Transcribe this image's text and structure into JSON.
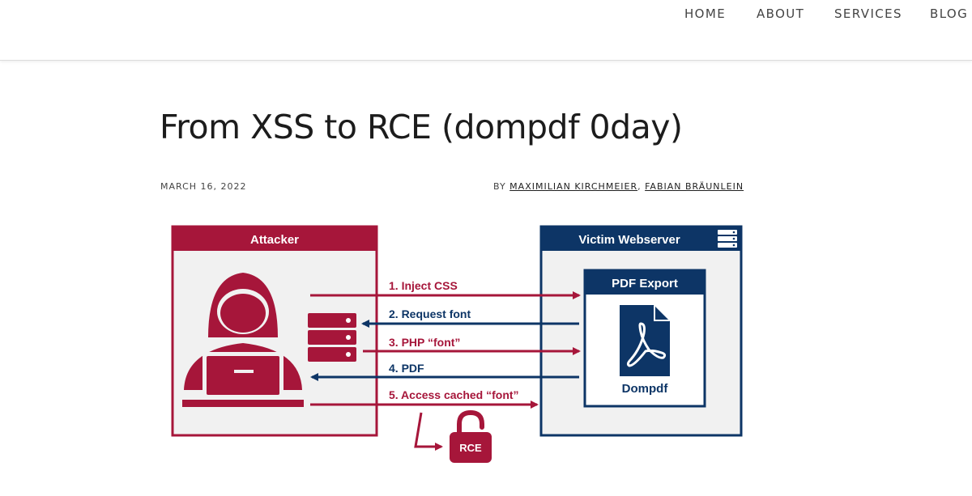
{
  "nav": {
    "items": [
      {
        "label": "HOME"
      },
      {
        "label": "ABOUT"
      },
      {
        "label": "SERVICES"
      },
      {
        "label": "BLOG"
      }
    ]
  },
  "article": {
    "title": "From XSS to RCE (dompdf 0day)",
    "date": "MARCH 16, 2022",
    "by_label": "BY",
    "authors": [
      "MAXIMILIAN KIRCHMEIER",
      "FABIAN BRÄUNLEIN"
    ],
    "author_separator": ","
  },
  "diagram": {
    "attacker_label": "Attacker",
    "victim_label": "Victim Webserver",
    "pdf_export_label": "PDF Export",
    "dompdf_label": "Dompdf",
    "rce_label": "RCE",
    "steps": [
      {
        "label": "1. Inject CSS"
      },
      {
        "label": "2. Request font"
      },
      {
        "label": "3. PHP “font”"
      },
      {
        "label": "4. PDF"
      },
      {
        "label": "5. Access cached “font”"
      }
    ],
    "colors": {
      "attacker": "#a6163a",
      "victim": "#0d3566",
      "panel_bg": "#f1f1f1"
    }
  }
}
